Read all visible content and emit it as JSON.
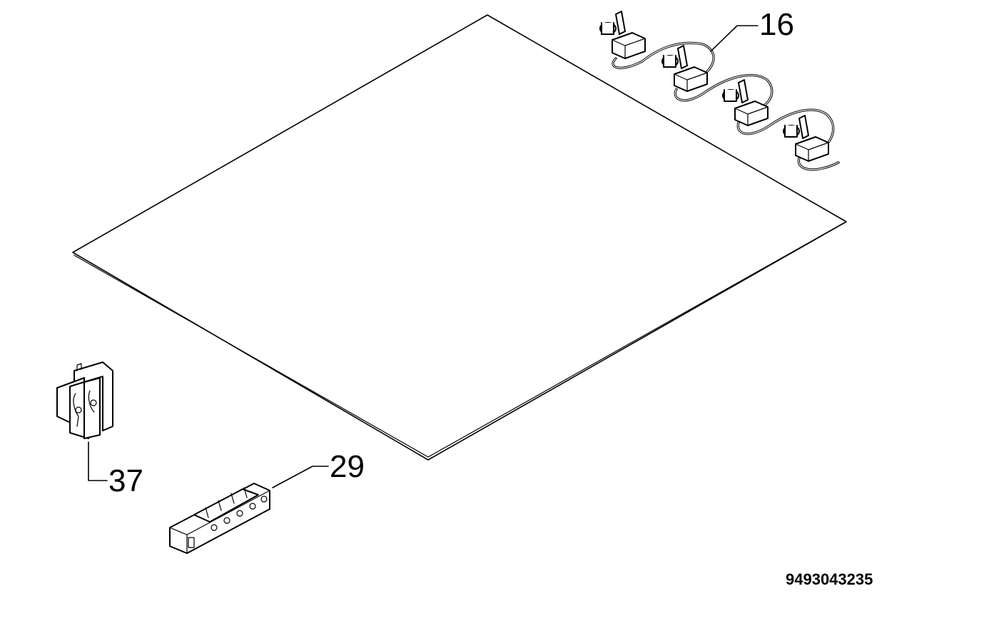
{
  "diagram": {
    "callouts": {
      "switches": "16",
      "terminal_block": "29",
      "bracket": "37"
    },
    "drawing_number": "9493043235"
  }
}
